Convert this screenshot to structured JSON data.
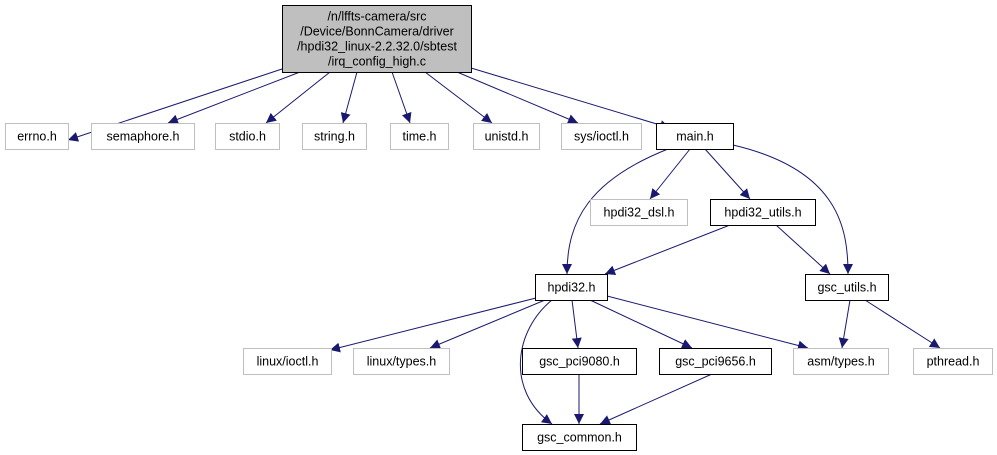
{
  "colors": {
    "edge": "#191970",
    "root_fill": "#bfbfbf",
    "box_border": "#000000",
    "missing_border": "#bfbfbf",
    "missing_text": "#7f7f7f",
    "background": "#ffffff"
  },
  "nodes": [
    {
      "id": "root",
      "lines": [
        "/n/lffts-camera/src",
        "/Device/BonnCamera/driver",
        "/hpdi32_linux-2.2.32.0/sbtest",
        "/irq_config_high.c"
      ],
      "style": "root"
    },
    {
      "id": "errno",
      "lines": [
        "errno.h"
      ],
      "style": "missing"
    },
    {
      "id": "semaphore",
      "lines": [
        "semaphore.h"
      ],
      "style": "missing"
    },
    {
      "id": "stdio",
      "lines": [
        "stdio.h"
      ],
      "style": "missing"
    },
    {
      "id": "string",
      "lines": [
        "string.h"
      ],
      "style": "missing"
    },
    {
      "id": "time",
      "lines": [
        "time.h"
      ],
      "style": "missing"
    },
    {
      "id": "unistd",
      "lines": [
        "unistd.h"
      ],
      "style": "missing"
    },
    {
      "id": "sysioctl",
      "lines": [
        "sys/ioctl.h"
      ],
      "style": "missing"
    },
    {
      "id": "main",
      "lines": [
        "main.h"
      ],
      "style": "file"
    },
    {
      "id": "hpdi32dsl",
      "lines": [
        "hpdi32_dsl.h"
      ],
      "style": "missing"
    },
    {
      "id": "hpdi32utils",
      "lines": [
        "hpdi32_utils.h"
      ],
      "style": "file"
    },
    {
      "id": "hpdi32",
      "lines": [
        "hpdi32.h"
      ],
      "style": "file"
    },
    {
      "id": "gscutils",
      "lines": [
        "gsc_utils.h"
      ],
      "style": "file"
    },
    {
      "id": "linuxioctl",
      "lines": [
        "linux/ioctl.h"
      ],
      "style": "missing"
    },
    {
      "id": "linuxtypes",
      "lines": [
        "linux/types.h"
      ],
      "style": "missing"
    },
    {
      "id": "gscpci9080",
      "lines": [
        "gsc_pci9080.h"
      ],
      "style": "file"
    },
    {
      "id": "gscpci9656",
      "lines": [
        "gsc_pci9656.h"
      ],
      "style": "file"
    },
    {
      "id": "asmtypes",
      "lines": [
        "asm/types.h"
      ],
      "style": "missing"
    },
    {
      "id": "pthread",
      "lines": [
        "pthread.h"
      ],
      "style": "missing"
    },
    {
      "id": "gsccommon",
      "lines": [
        "gsc_common.h"
      ],
      "style": "file"
    }
  ],
  "edges": [
    [
      "root",
      "errno"
    ],
    [
      "root",
      "semaphore"
    ],
    [
      "root",
      "stdio"
    ],
    [
      "root",
      "string"
    ],
    [
      "root",
      "time"
    ],
    [
      "root",
      "unistd"
    ],
    [
      "root",
      "sysioctl"
    ],
    [
      "root",
      "main"
    ],
    [
      "main",
      "hpdi32"
    ],
    [
      "main",
      "hpdi32dsl"
    ],
    [
      "main",
      "hpdi32utils"
    ],
    [
      "main",
      "gscutils"
    ],
    [
      "hpdi32utils",
      "hpdi32"
    ],
    [
      "hpdi32utils",
      "gscutils"
    ],
    [
      "hpdi32",
      "linuxioctl"
    ],
    [
      "hpdi32",
      "linuxtypes"
    ],
    [
      "hpdi32",
      "gsccommon"
    ],
    [
      "hpdi32",
      "gscpci9080"
    ],
    [
      "hpdi32",
      "gscpci9656"
    ],
    [
      "hpdi32",
      "asmtypes"
    ],
    [
      "gscutils",
      "asmtypes"
    ],
    [
      "gscutils",
      "pthread"
    ],
    [
      "gscpci9080",
      "gsccommon"
    ],
    [
      "gscpci9656",
      "gsccommon"
    ]
  ]
}
